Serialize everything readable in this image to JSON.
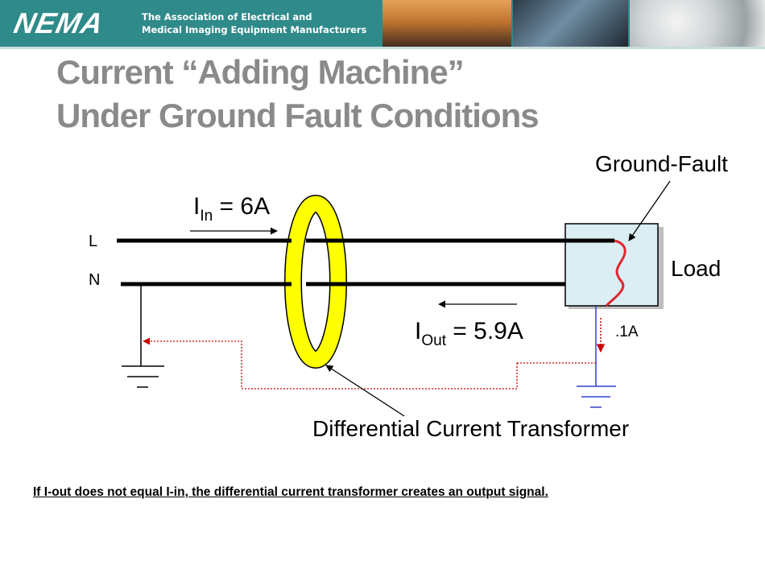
{
  "header": {
    "logo_text": "NEMA",
    "org_line1": "The Association of Electrical and",
    "org_line2": "Medical Imaging Equipment Manufacturers",
    "colors": {
      "band": "#2f8a8a",
      "logo": "#ffffff"
    },
    "photos": [
      "power-transmission-towers",
      "circuit-cables",
      "led-lighting"
    ]
  },
  "slide": {
    "title_line1": "Current “Adding Machine”",
    "title_line2": "Under Ground Fault Conditions"
  },
  "diagram": {
    "line_label": "L",
    "neutral_label": "N",
    "i_in_symbol": "I",
    "i_in_sub": "In",
    "i_in_value": " = 6A",
    "i_out_symbol": "I",
    "i_out_sub": "Out",
    "i_out_value": " = 5.9A",
    "ground_fault_label": "Ground-Fault",
    "load_label": "Load",
    "fault_current_label": ".1A",
    "transformer_label": "Differential Current Transformer",
    "colors": {
      "ring": "#ffff00",
      "fault": "#e0262e",
      "ground_path": "#3040c8",
      "signal_path": "#cc0000",
      "load_fill": "#dbeef4"
    }
  },
  "footer": {
    "text": "If I-out does not equal I-in, the differential current transformer creates an  output signal",
    "period": "."
  }
}
